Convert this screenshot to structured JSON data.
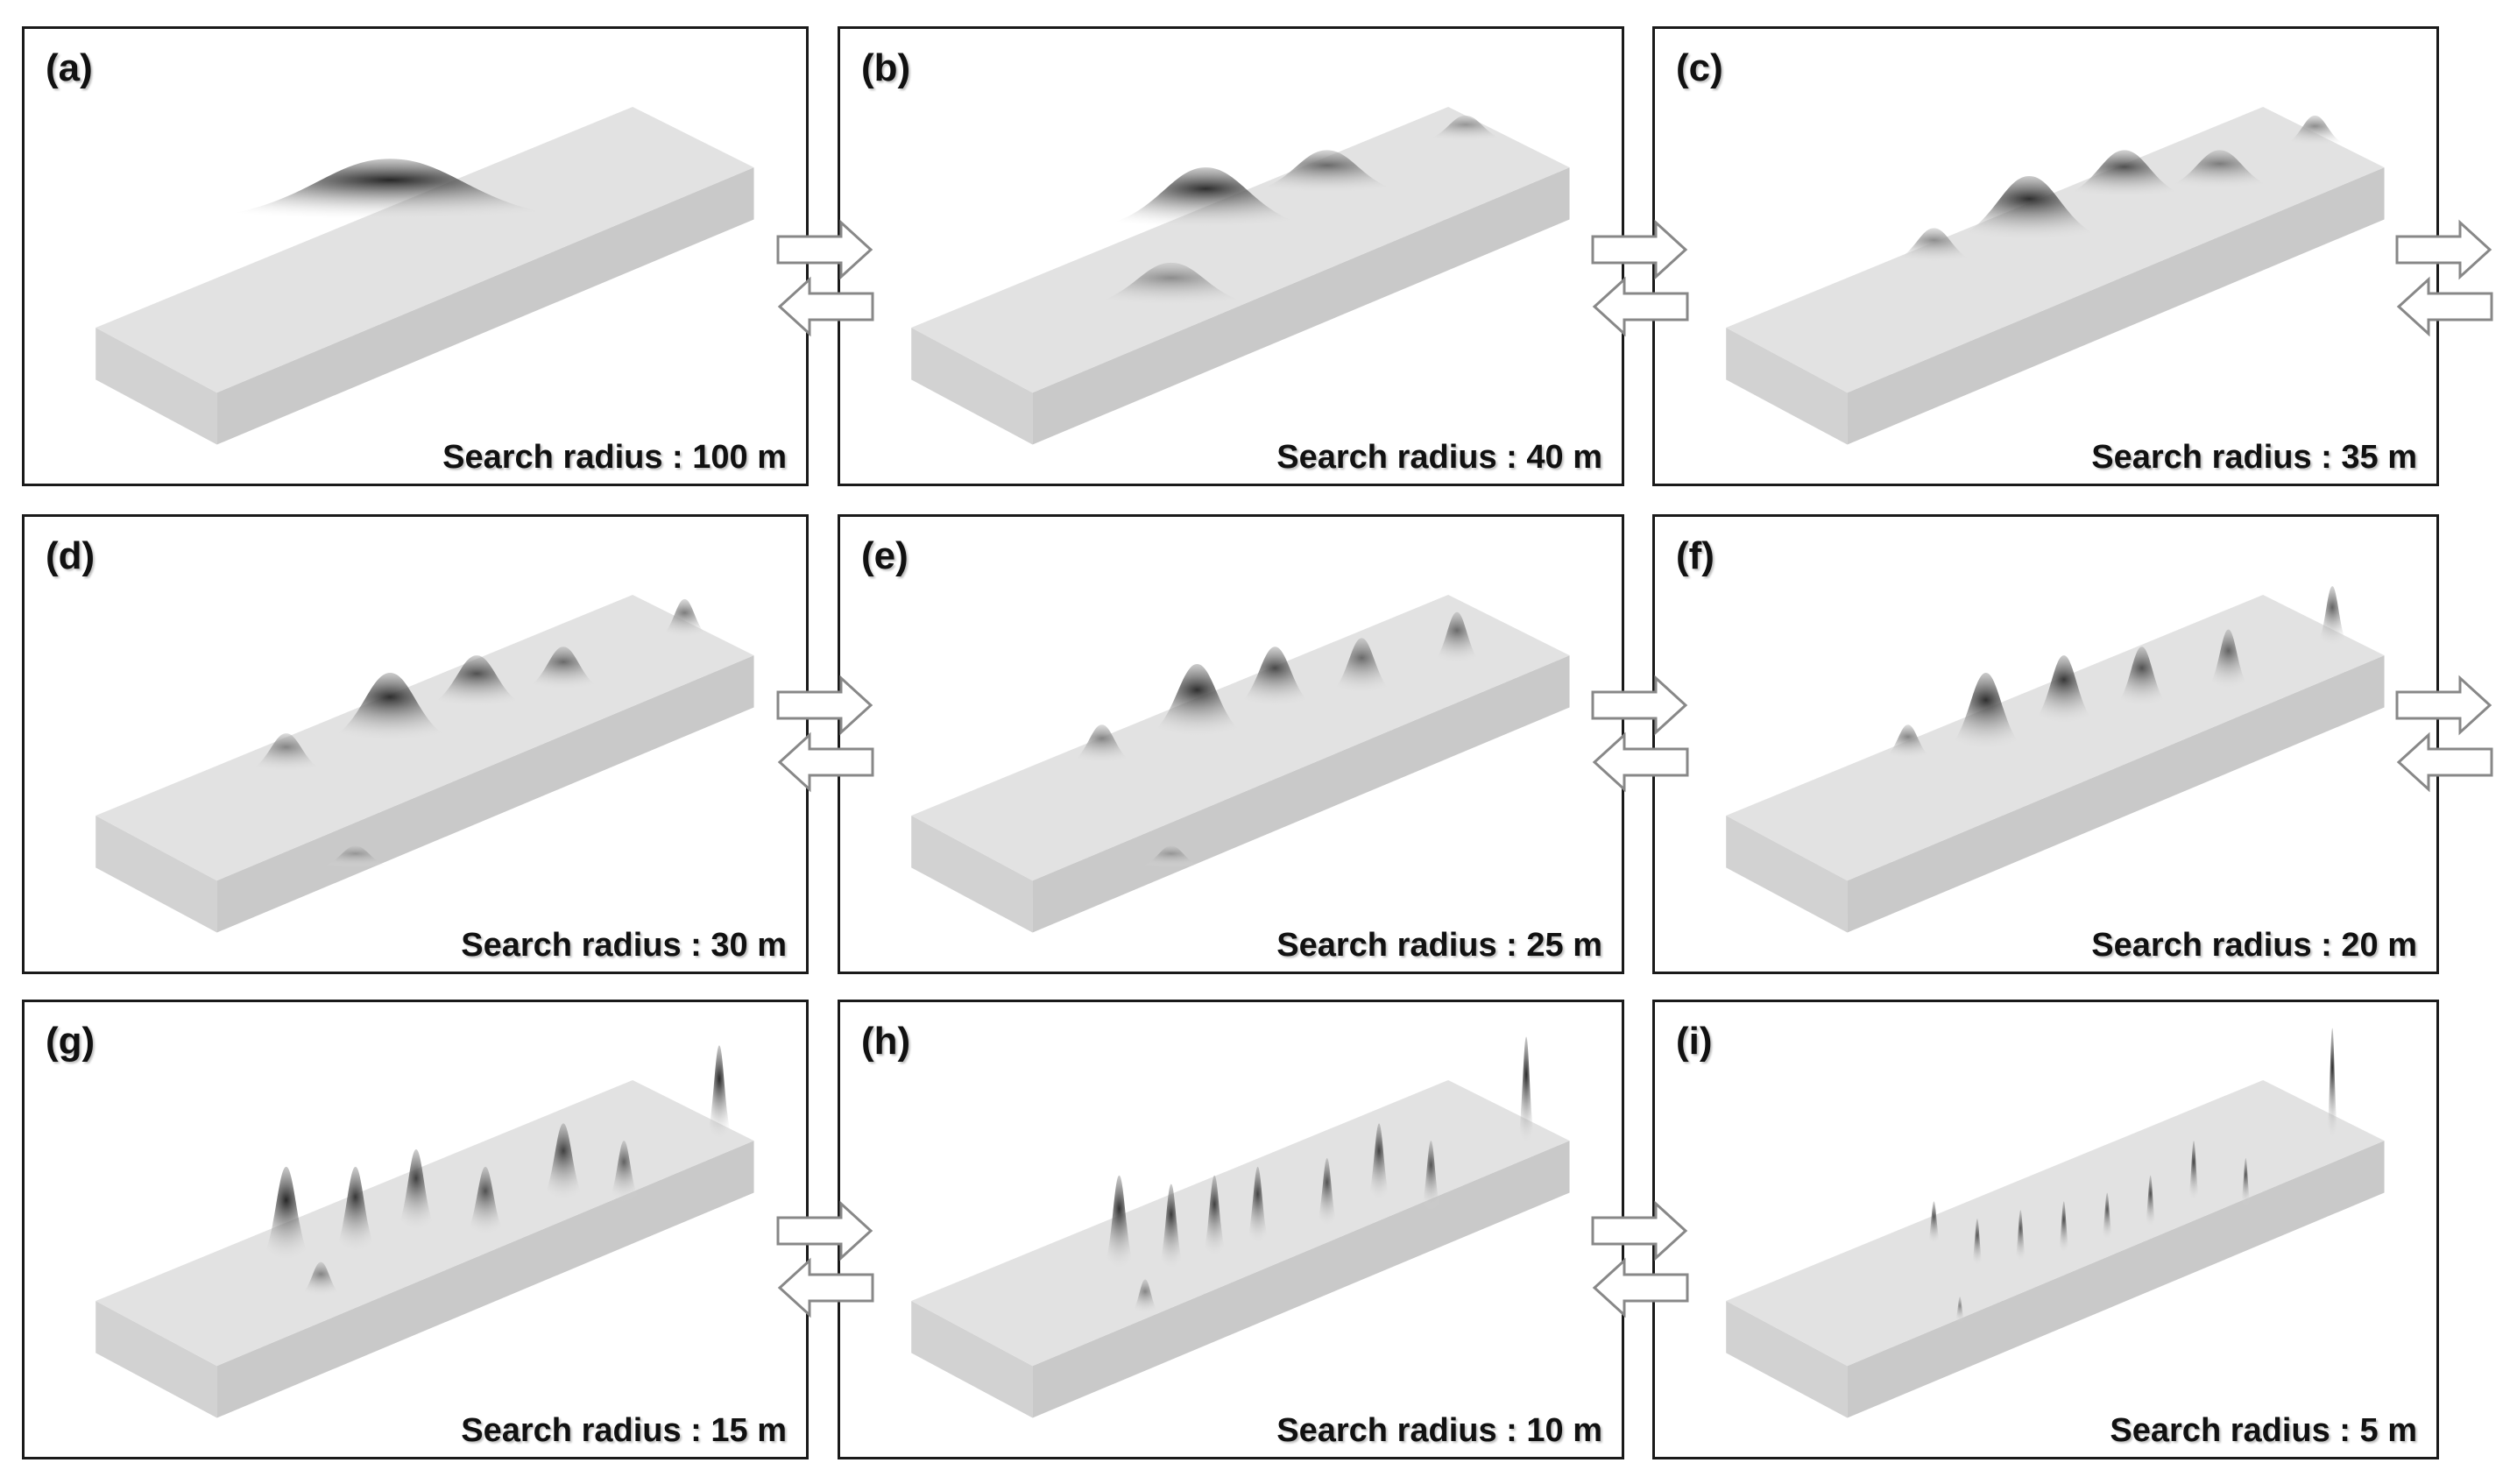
{
  "panels": [
    {
      "label": "(a)",
      "radius_text": "Search radius : 100 m",
      "radius_m": 100
    },
    {
      "label": "(b)",
      "radius_text": "Search radius : 40 m",
      "radius_m": 40
    },
    {
      "label": "(c)",
      "radius_text": "Search radius : 35 m",
      "radius_m": 35
    },
    {
      "label": "(d)",
      "radius_text": "Search radius : 30 m",
      "radius_m": 30
    },
    {
      "label": "(e)",
      "radius_text": "Search radius : 25 m",
      "radius_m": 25
    },
    {
      "label": "(f)",
      "radius_text": "Search radius : 20 m",
      "radius_m": 20
    },
    {
      "label": "(g)",
      "radius_text": "Search radius : 15 m",
      "radius_m": 15
    },
    {
      "label": "(h)",
      "radius_text": "Search radius : 10 m",
      "radius_m": 10
    },
    {
      "label": "(i)",
      "radius_text": "Search radius : 5 m",
      "radius_m": 5
    }
  ],
  "colors": {
    "border": "#1a1a1a",
    "surface_top": "#e2e2e2",
    "surface_side": "#c9c9c9",
    "peak": "#000000",
    "arrow_stroke": "#888888"
  },
  "icons": {
    "forward": "right-arrow-outline-icon",
    "backward": "left-arrow-outline-icon"
  }
}
